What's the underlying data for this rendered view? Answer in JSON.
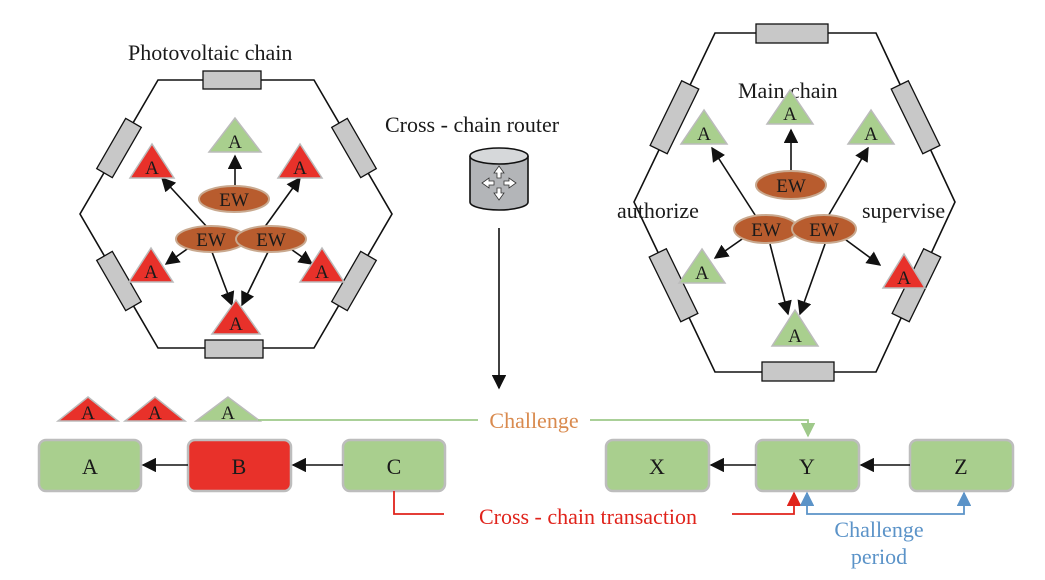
{
  "labels": {
    "photovoltaic_chain": "Photovoltaic chain",
    "cross_chain_router": "Cross - chain router",
    "main_chain": "Main chain",
    "authorize": "authorize",
    "supervise": "supervise",
    "challenge": "Challenge",
    "cross_chain_transaction": "Cross - chain transaction",
    "challenge_period_line1": "Challenge",
    "challenge_period_line2": "period"
  },
  "node_labels": {
    "agent": "A",
    "ew": "EW"
  },
  "blocks": {
    "left": [
      "A",
      "B",
      "C"
    ],
    "right": [
      "X",
      "Y",
      "Z"
    ]
  },
  "legend_agents": [
    "A",
    "A",
    "A"
  ],
  "colors": {
    "green_fill": "#a9cf8e",
    "red_fill": "#e8312a",
    "ew_fill": "#b85c2e",
    "gray_fill": "#c8c8c8",
    "challenge_green": "#9fc98a",
    "challenge_text": "#d98a4e",
    "tx_red": "#e0231b",
    "period_blue": "#5b93c8"
  },
  "icons": {
    "router": "router-cylinder-icon"
  }
}
